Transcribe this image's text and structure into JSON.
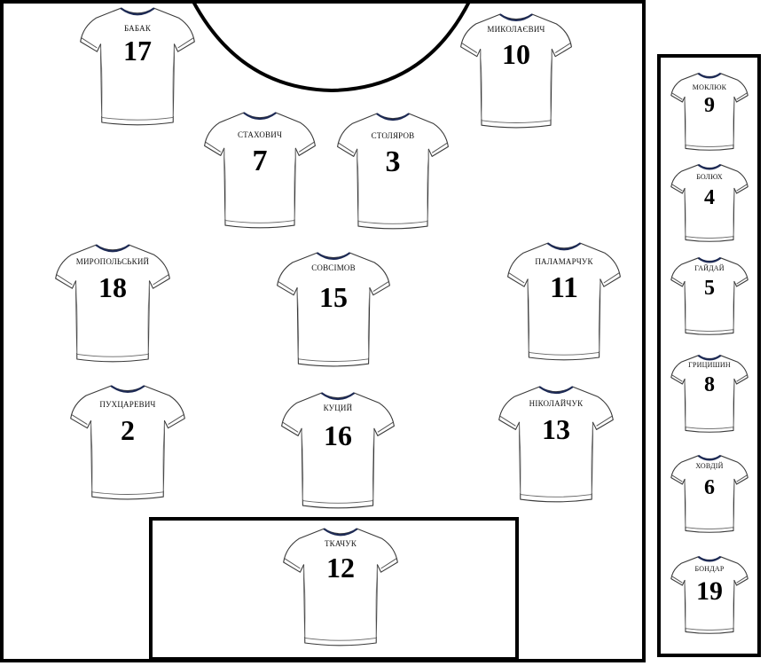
{
  "field": {
    "starters": [
      {
        "name": "БАБАК",
        "number": "17"
      },
      {
        "name": "МИКОЛАЄВИЧ",
        "number": "10"
      },
      {
        "name": "СТАХОВИЧ",
        "number": "7"
      },
      {
        "name": "СТОЛЯРОВ",
        "number": "3"
      },
      {
        "name": "МИРОПОЛЬСЬКИЙ",
        "number": "18"
      },
      {
        "name": "СОВСІМОВ",
        "number": "15"
      },
      {
        "name": "ПАЛАМАРЧУК",
        "number": "11"
      },
      {
        "name": "ПУХЦАРЕВИЧ",
        "number": "2"
      },
      {
        "name": "КУЦИЙ",
        "number": "16"
      },
      {
        "name": "НІКОЛАЙЧУК",
        "number": "13"
      },
      {
        "name": "ТКАЧУК",
        "number": "12"
      }
    ]
  },
  "bench": {
    "players": [
      {
        "name": "МОКЛЮК",
        "number": "9"
      },
      {
        "name": "БОЛЮХ",
        "number": "4"
      },
      {
        "name": "ГАЙДАЙ",
        "number": "5"
      },
      {
        "name": "ГРИЦИШИН",
        "number": "8"
      },
      {
        "name": "ХОВДІЙ",
        "number": "6"
      },
      {
        "name": "БОНДАР",
        "number": "19"
      }
    ]
  }
}
